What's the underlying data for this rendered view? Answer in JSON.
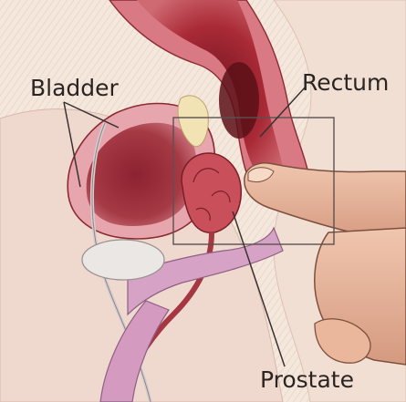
{
  "labels": {
    "bladder": "Bladder",
    "rectum": "Rectum",
    "prostate": "Prostate"
  },
  "colors": {
    "background": "#f3e6da",
    "tissue_light": "#ecd0cf",
    "tissue_pink": "#d88f95",
    "rectum_red": "#b6323e",
    "bladder_inner": "#9a2b36",
    "prostate": "#c95058",
    "finger_skin": "#e9b79b",
    "line": "#3a3230"
  },
  "icons": {
    "illustration": "anatomical-cross-section-drawing"
  }
}
